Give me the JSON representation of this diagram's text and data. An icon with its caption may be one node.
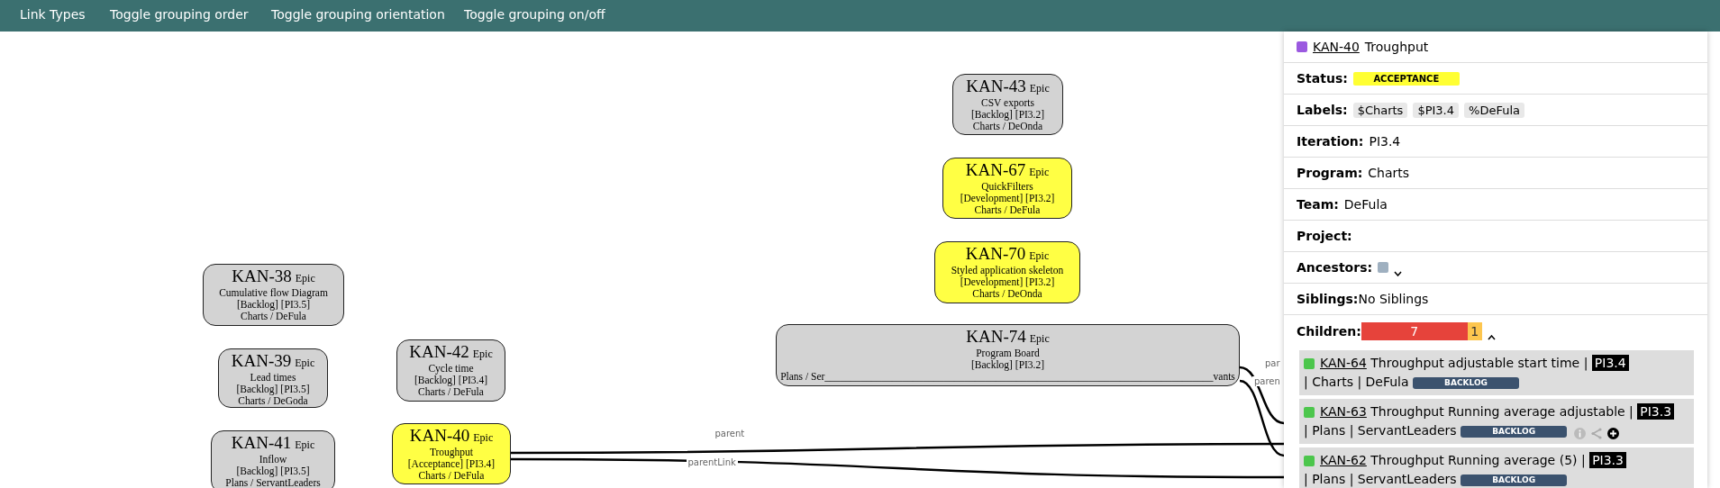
{
  "diagram": {
    "nodes": [
      {
        "text": [
          "KAN-43",
          "Epic",
          "CSV exports",
          "[Backlog] [PI3.2]",
          "Charts / DeOnda"
        ]
      },
      {
        "text": [
          "KAN-67",
          "Epic",
          "QuickFilters",
          "[Development] [PI3.2]",
          "Charts / DeFula"
        ]
      },
      {
        "text": [
          "KAN-70",
          "Epic",
          "Styled application skeleton",
          "[Development] [PI3.2]",
          "Charts / DeOnda"
        ]
      },
      {
        "text": [
          "KAN-38",
          "Epic",
          "Cumulative flow Diagram",
          "[Backlog] [PI3.5]",
          "Charts / DeFula"
        ]
      },
      {
        "text": [
          "KAN-74",
          "Epic",
          "Program Board",
          "[Backlog] [PI3.2]",
          "Plans / Ser___________________________________________________________________________vants"
        ]
      },
      {
        "text": [
          "KAN-39",
          "Epic",
          "Lead times",
          "[Backlog] [PI3.5]",
          "Charts / DeGoda"
        ]
      },
      {
        "text": [
          "KAN-42",
          "Epic",
          "Cycle time",
          "[Backlog] [PI3.4]",
          "Charts / DeFula"
        ]
      },
      {
        "text": [
          "KAN-41",
          "Epic",
          "Inflow",
          "[Backlog] [PI3.5]",
          "Plans / ServantLeaders"
        ]
      },
      {
        "text": [
          "KAN-40",
          "Epic",
          "Troughput",
          "[Acceptance] [PI3.4]",
          "Charts / DeFula"
        ]
      }
    ],
    "edges": [
      {
        "from": 4,
        "to": null,
        "arrow": "none",
        "label": "par"
      },
      {
        "from": 4,
        "to": null,
        "arrow": "none",
        "label": "paren"
      },
      {
        "from": 8,
        "to": null,
        "arrow": "none",
        "label": "parent"
      },
      {
        "from": 8,
        "to": null,
        "arrow": "none",
        "label": "parentLink"
      }
    ],
    "labels": [
      "Link Types",
      "Toggle grouping order",
      "Toggle grouping orientation",
      "Toggle grouping on/off",
      "KAN-40",
      "Troughput",
      "Status:",
      "ACCEPTANCE",
      "Labels:",
      "$Charts",
      "$PI3.4",
      "%DeFula",
      "Iteration:",
      "PI3.4",
      "Program:",
      "Charts",
      "Team:",
      "DeFula",
      "Project:",
      "Ancestors:",
      "Siblings:",
      "No Siblings",
      "Children:",
      "7",
      "1",
      "KAN-64",
      "Throughput adjustable start time |",
      "PI3.4",
      "| Charts | DeFula",
      "BACKLOG",
      "KAN-63",
      "Throughput Running average adjustable |",
      "PI3.3",
      "| Plans | ServantLeaders",
      "BACKLOG",
      "KAN-62",
      "Throughput Running average (5) |",
      "PI3.3",
      "| Plans | ServantLeaders",
      "BACKLOG"
    ]
  }
}
